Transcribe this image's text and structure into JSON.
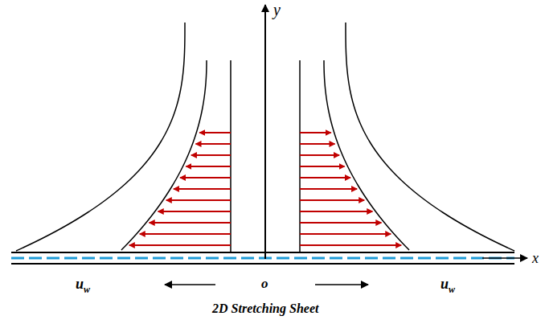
{
  "diagram": {
    "caption": "2D Stretching Sheet",
    "labels": [
      "y",
      "u",
      "w",
      "o",
      "u",
      "w",
      "x"
    ]
  }
}
